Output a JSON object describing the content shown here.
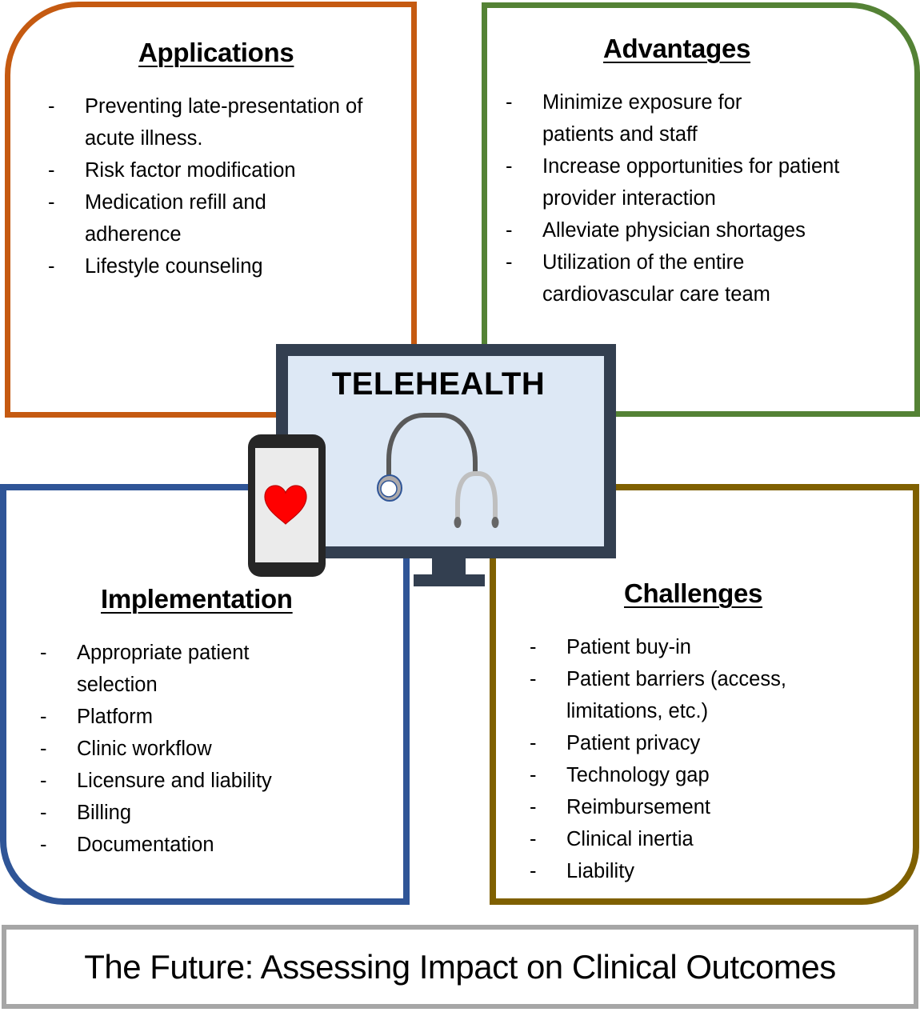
{
  "center": {
    "title": "TELEHEALTH",
    "icons": [
      "desktop-monitor-icon",
      "stethoscope-icon",
      "smartphone-icon",
      "heart-icon"
    ]
  },
  "quadrants": {
    "applications": {
      "heading": "Applications",
      "color": "#c55a11",
      "bullet": "-",
      "items": [
        "Preventing late-presentation of acute illness.",
        "Risk factor modification",
        "Medication refill and adherence",
        "Lifestyle counseling"
      ]
    },
    "advantages": {
      "heading": "Advantages",
      "color": "#548235",
      "bullet": "-",
      "items": [
        "Minimize exposure for patients and staff",
        "Increase opportunities for patient provider interaction",
        "Alleviate physician shortages",
        "Utilization of the entire cardiovascular care team"
      ]
    },
    "implementation": {
      "heading": "Implementation",
      "color": "#2f5597",
      "bullet": "-",
      "items": [
        "Appropriate patient selection",
        "Platform",
        "Clinic workflow",
        "Licensure and liability",
        "Billing",
        "Documentation"
      ]
    },
    "challenges": {
      "heading": "Challenges",
      "color": "#7f6000",
      "bullet": "-",
      "items": [
        "Patient buy-in",
        "Patient barriers (access, limitations, etc.)",
        "Patient privacy",
        "Technology gap",
        "Reimbursement",
        "Clinical inertia",
        "Liability"
      ]
    }
  },
  "footer": {
    "text": "The Future: Assessing Impact on Clinical Outcomes"
  }
}
